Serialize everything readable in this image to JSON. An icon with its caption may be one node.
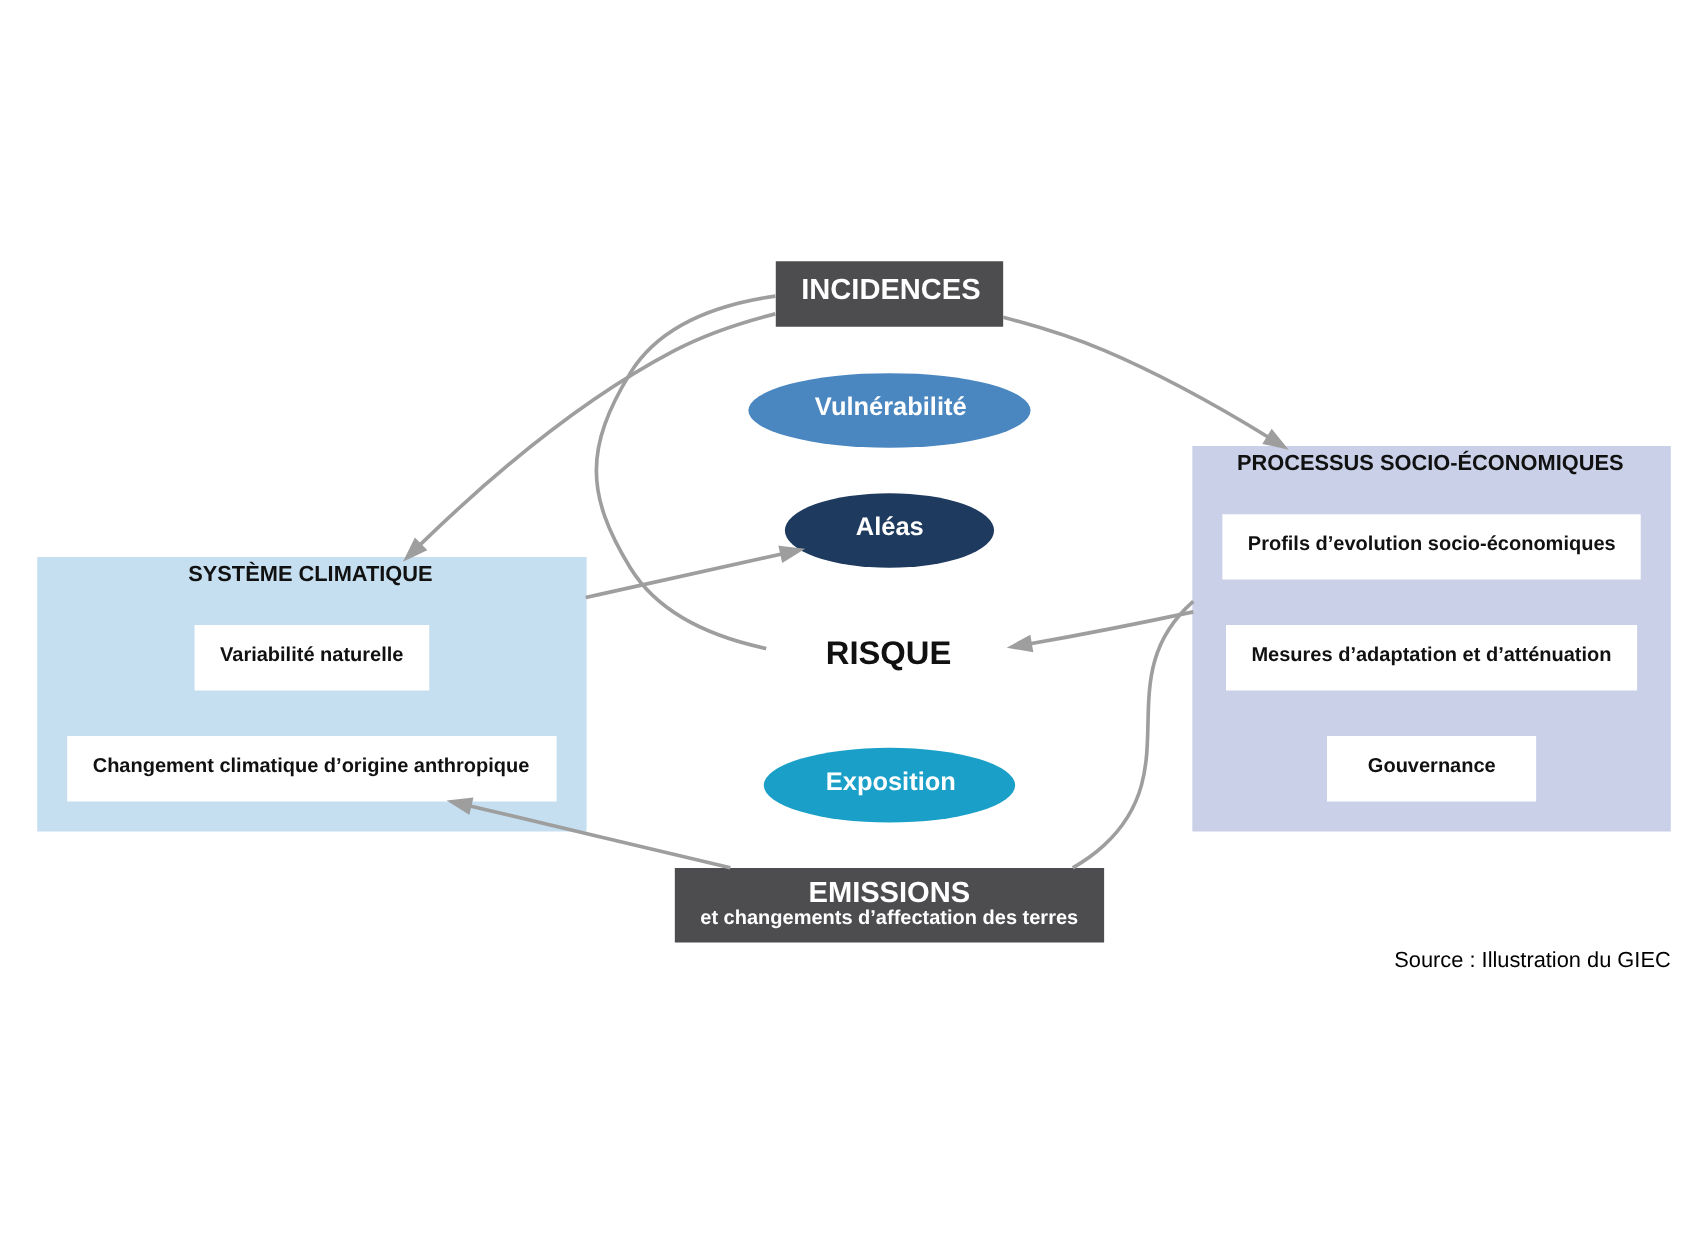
{
  "diagram": {
    "caption": "Source : Illustration du GIEC",
    "nodes": [
      {
        "text": [
          "INCIDENCES"
        ]
      },
      {
        "text": [
          "SYSTÈME CLIMATIQUE"
        ]
      },
      {
        "text": [
          "Variabilité naturelle"
        ],
        "in": 1
      },
      {
        "text": [
          "Changement climatique d’origine anthropique"
        ],
        "in": 1
      },
      {
        "text": [
          "Vulnérabilité"
        ]
      },
      {
        "text": [
          "Aléas"
        ]
      },
      {
        "text": [
          "RISQUE"
        ]
      },
      {
        "text": [
          "Exposition"
        ]
      },
      {
        "text": [
          "PROCESSUS SOCIO-ÉCONOMIQUES"
        ]
      },
      {
        "text": [
          "Profils d’evolution socio-économiques"
        ],
        "in": 8
      },
      {
        "text": [
          "Mesures d’adaptation et d’atténuation"
        ],
        "in": 8
      },
      {
        "text": [
          "Gouvernance"
        ],
        "in": 8
      },
      {
        "text": [
          "EMISSIONS",
          "et changements d’affectation des terres"
        ]
      }
    ],
    "edges": [
      {
        "from": 0,
        "to": 1,
        "arrow": "to"
      },
      {
        "from": 0,
        "to": 8,
        "arrow": "to"
      },
      {
        "from": 0,
        "to": 6,
        "arrow": "none"
      },
      {
        "from": 1,
        "to": 5,
        "arrow": "to"
      },
      {
        "from": 8,
        "to": 6,
        "arrow": "to"
      },
      {
        "from": 8,
        "to": 12,
        "arrow": "none"
      },
      {
        "from": 12,
        "to": 3,
        "arrow": "to"
      }
    ]
  }
}
